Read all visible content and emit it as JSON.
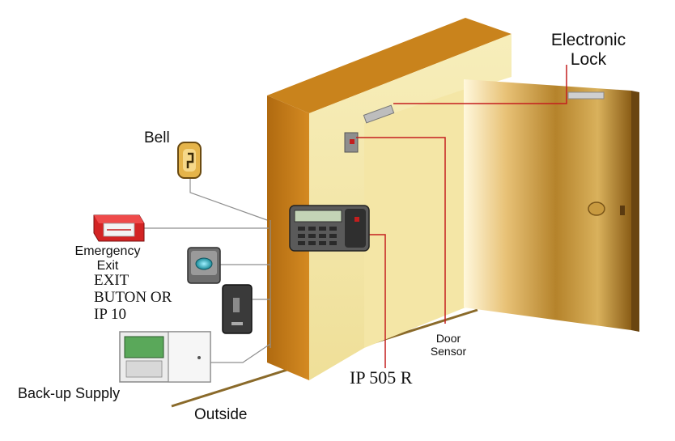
{
  "labels": {
    "electronic_lock": [
      "Electronic",
      "Lock"
    ],
    "bell": "Bell",
    "emergency_exit": [
      "Emergency",
      "Exit"
    ],
    "exit_button": [
      "EXIT",
      "BUTON OR",
      "IP 10"
    ],
    "door_sensor": [
      "Door",
      "Sensor"
    ],
    "reader_model": "IP 505 R",
    "backup_supply": "Back-up Supply",
    "outside": "Outside"
  },
  "colors": {
    "frame_face": "#f6ebae",
    "frame_side": "#c07818",
    "frame_top": "#c9831c",
    "door_gold": "#d6a84a",
    "wire_red": "#c41e1e",
    "wire_gray": "#8f8f8f"
  }
}
